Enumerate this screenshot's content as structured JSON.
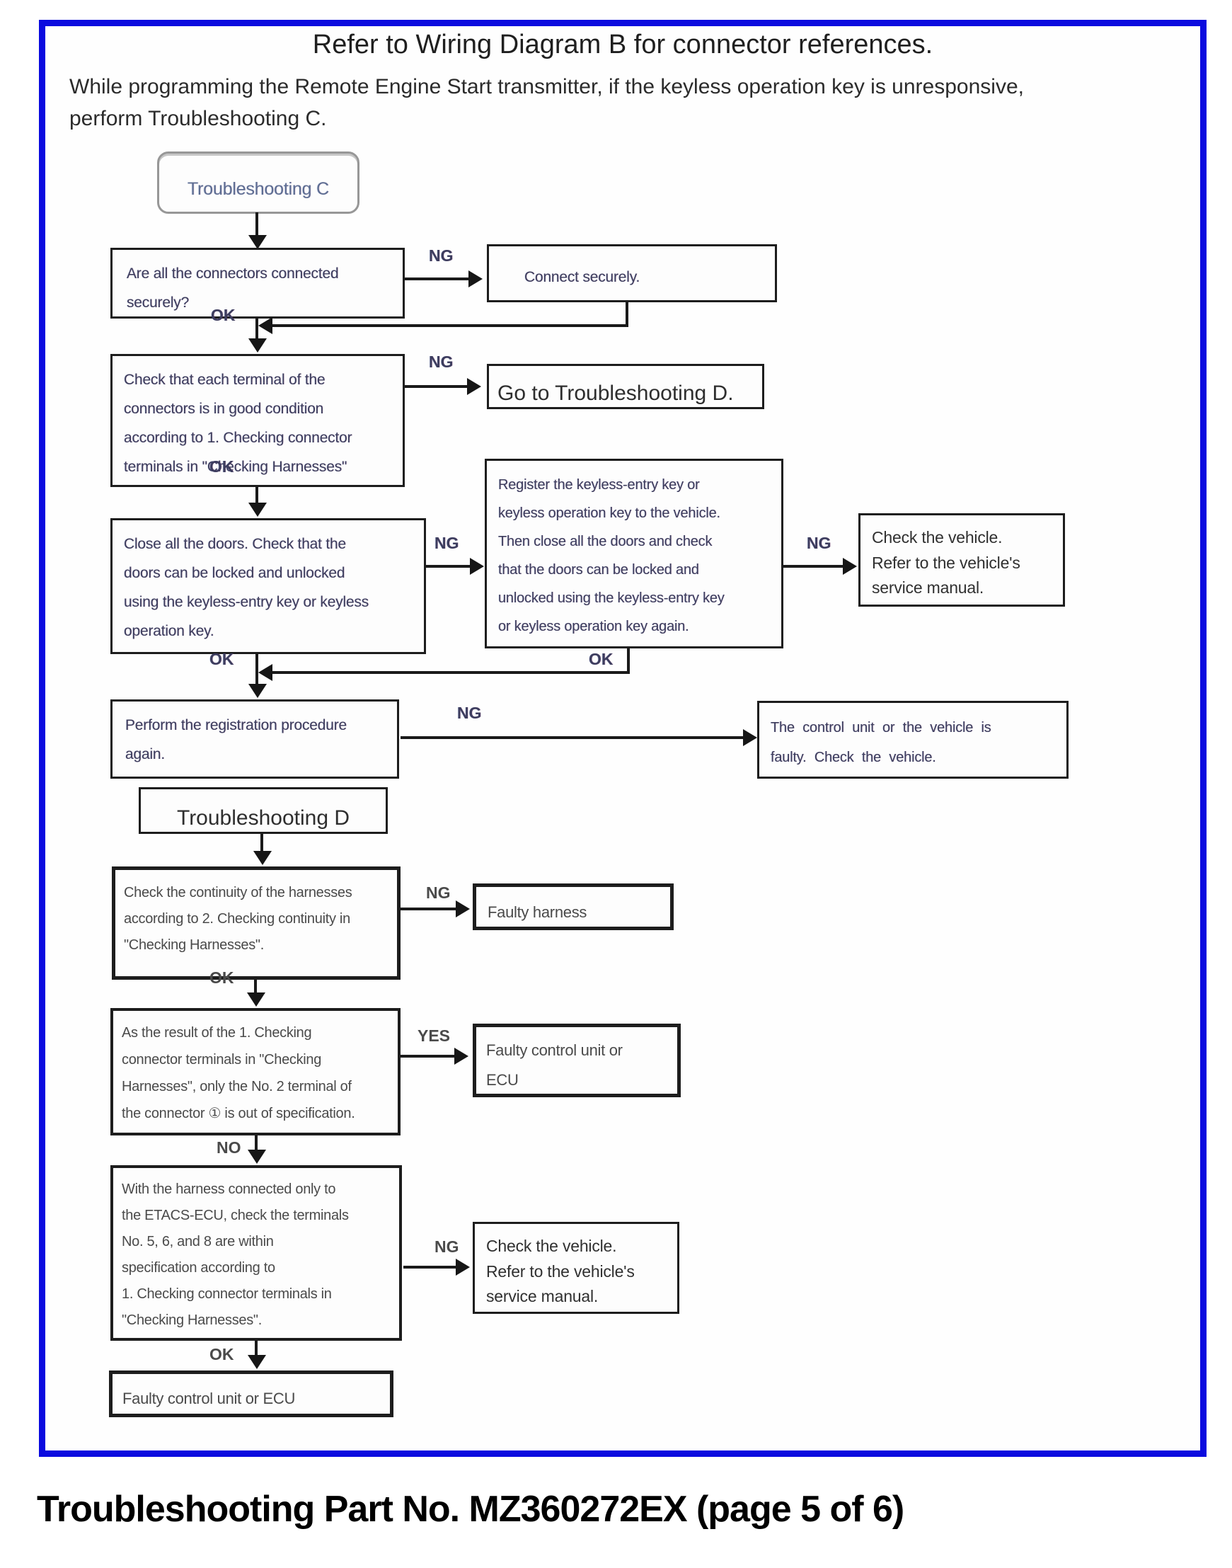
{
  "header": {
    "title": "Refer to Wiring Diagram B for connector references.",
    "intro": "While programming the Remote Engine Start transmitter, if the keyless operation key is unresponsive,\nperform Troubleshooting C."
  },
  "labels": {
    "ng": "NG",
    "ok": "OK",
    "yes": "YES",
    "no": "NO"
  },
  "troubleshooting_c": {
    "start": "Troubleshooting C",
    "check_connectors": "Are all the connectors connected\nsecurely?",
    "connect_securely": "Connect securely.",
    "check_terminals": "Check that each terminal of the\nconnectors is in good condition\naccording to 1. Checking connector\nterminals in \"Checking Harnesses\"",
    "goto_d": "Go to Troubleshooting D.",
    "close_doors": "Close all the doors. Check that the\ndoors can be locked and unlocked\nusing the keyless-entry key or keyless\noperation key.",
    "register_key": "Register the keyless-entry key or\nkeyless operation key to the vehicle.\nThen close all the doors and check\nthat the doors can be locked and\nunlocked using the keyless-entry key\nor keyless operation key again.",
    "check_vehicle": "Check the vehicle.\nRefer to the vehicle's\nservice manual.",
    "perform_registration": "Perform the registration procedure\nagain.",
    "control_unit_faulty": "The control unit or the vehicle is\nfaulty. Check the vehicle."
  },
  "troubleshooting_d": {
    "start": "Troubleshooting D",
    "check_continuity": "Check the continuity of the harnesses\naccording to 2. Checking continuity in\n\"Checking Harnesses\".",
    "faulty_harness": "Faulty harness",
    "terminal_no2": "As the result of the 1. Checking\nconnector terminals in \"Checking\nHarnesses\", only the No. 2 terminal of\nthe connector ① is out of specification.",
    "faulty_control_unit": "Faulty control unit or\nECU",
    "terminals_568": "With the harness connected only to\nthe ETACS-ECU, check the terminals\nNo. 5, 6, and 8 are within\nspecification according to\n1. Checking connector terminals in\n\"Checking Harnesses\".",
    "check_vehicle": "Check the vehicle.\nRefer to the vehicle's\nservice manual.",
    "faulty_control_unit_final": "Faulty control unit or ECU"
  },
  "footer": {
    "caption": "Troubleshooting Part No. MZ360272EX (page 5 of 6)"
  }
}
